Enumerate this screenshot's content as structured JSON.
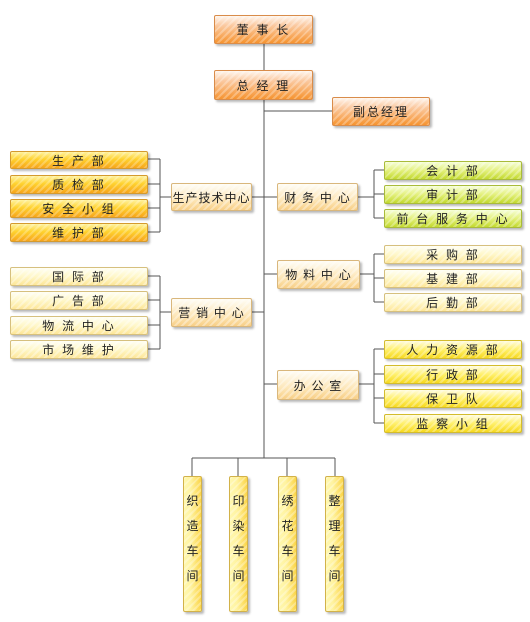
{
  "org": {
    "chairman": "董 事 长",
    "gm": "总 经 理",
    "deputy_gm": "副总经理",
    "left": [
      {
        "label": "生产技术中心",
        "children": [
          "生 产 部",
          "质 检 部",
          "安 全 小 组",
          "维 护 部"
        ]
      },
      {
        "label": "营 销 中 心",
        "children": [
          "国 际 部",
          "广 告 部",
          "物 流 中 心",
          "市 场 维 护"
        ]
      }
    ],
    "right": [
      {
        "label": "财 务 中 心",
        "children": [
          "会 计 部",
          "审 计 部",
          "前 台 服 务 中 心"
        ]
      },
      {
        "label": "物 料 中 心",
        "children": [
          "采 购 部",
          "基 建 部",
          "后 勤 部"
        ]
      },
      {
        "label": "办 公 室",
        "children": [
          "人 力 资 源 部",
          "行 政 部",
          "保 卫 队",
          "监 察 小 组"
        ]
      }
    ],
    "workshops": [
      [
        "织",
        "造",
        "车",
        "间"
      ],
      [
        "印",
        "染",
        "车",
        "间"
      ],
      [
        "绣",
        "花",
        "车",
        "间"
      ],
      [
        "整",
        "理",
        "车",
        "间"
      ]
    ]
  },
  "colors": {
    "top": "#f6932f",
    "dept": "#fde7b9",
    "unit_gold": "#ffd22e",
    "unit_pale": "#fff7c8",
    "unit_green": "#c2d92d",
    "unit_yellow": "#fff06a",
    "line": "#555555"
  }
}
